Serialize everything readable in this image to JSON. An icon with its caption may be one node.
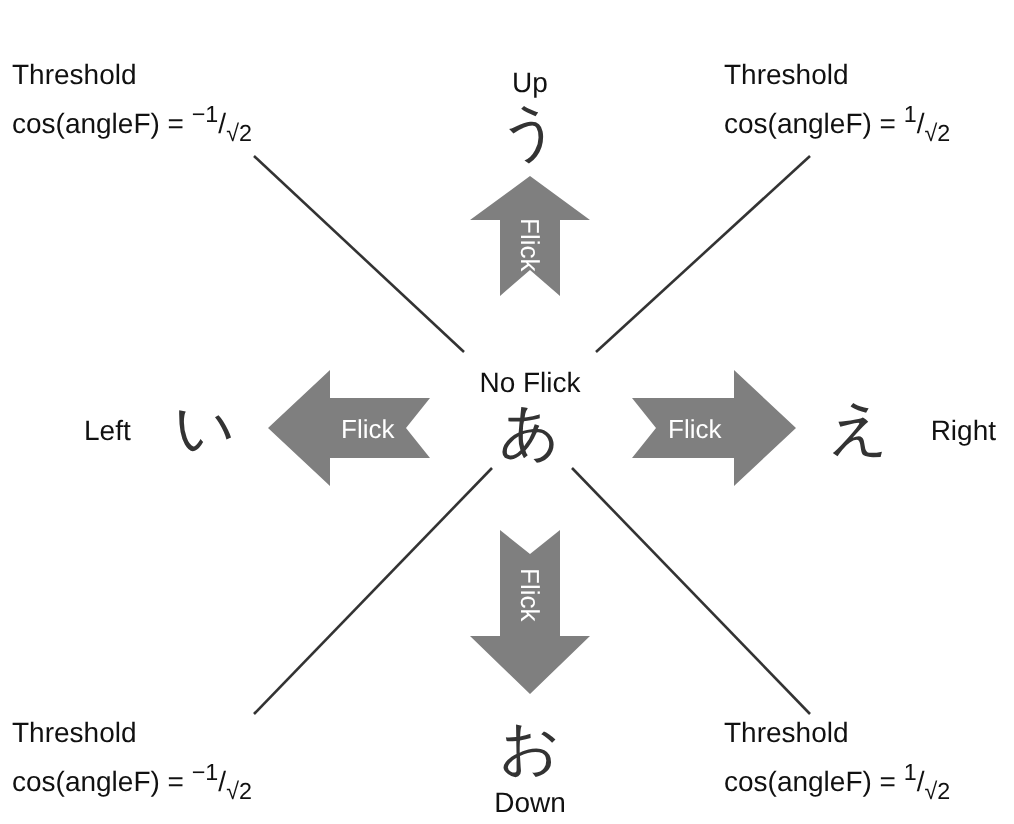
{
  "diagram": {
    "nodes": [
      {
        "text": [
          "Threshold",
          "cos(angleF) = $^{−1}$/$_{√2}$"
        ]
      },
      {
        "text": [
          "Up",
          "う"
        ]
      },
      {
        "text": [
          "Threshold",
          "cos(angleF) = $^{1}$/$_{√2}$"
        ]
      },
      {
        "text": [
          "Left",
          "い"
        ]
      },
      {
        "text": [
          "No Flick",
          "あ"
        ]
      },
      {
        "text": [
          "え",
          "Right"
        ]
      },
      {
        "text": [
          "Threshold",
          "cos(angleF) = $^{−1}$/$_{√2}$"
        ]
      },
      {
        "text": [
          "お",
          "Down"
        ]
      },
      {
        "text": [
          "Threshold",
          "cos(angleF) = $^{1}$/$_{√2}$"
        ]
      }
    ],
    "edges": [
      {
        "from": 4,
        "to": 1,
        "arrow": "to",
        "label": "Flick",
        "style": "thick",
        "color": "#7f7f7f"
      },
      {
        "from": 4,
        "to": 3,
        "arrow": "to",
        "label": "Flick",
        "style": "thick",
        "color": "#7f7f7f"
      },
      {
        "from": 4,
        "to": 5,
        "arrow": "to",
        "label": "Flick",
        "style": "thick",
        "color": "#7f7f7f"
      },
      {
        "from": 4,
        "to": 7,
        "arrow": "to",
        "label": "Flick",
        "style": "thick",
        "color": "#7f7f7f"
      },
      {
        "from": 0,
        "to": 4,
        "arrow": "none"
      },
      {
        "from": 2,
        "to": 4,
        "arrow": "none"
      },
      {
        "from": 6,
        "to": 4,
        "arrow": "none"
      },
      {
        "from": 8,
        "to": 4,
        "arrow": "none"
      }
    ]
  }
}
